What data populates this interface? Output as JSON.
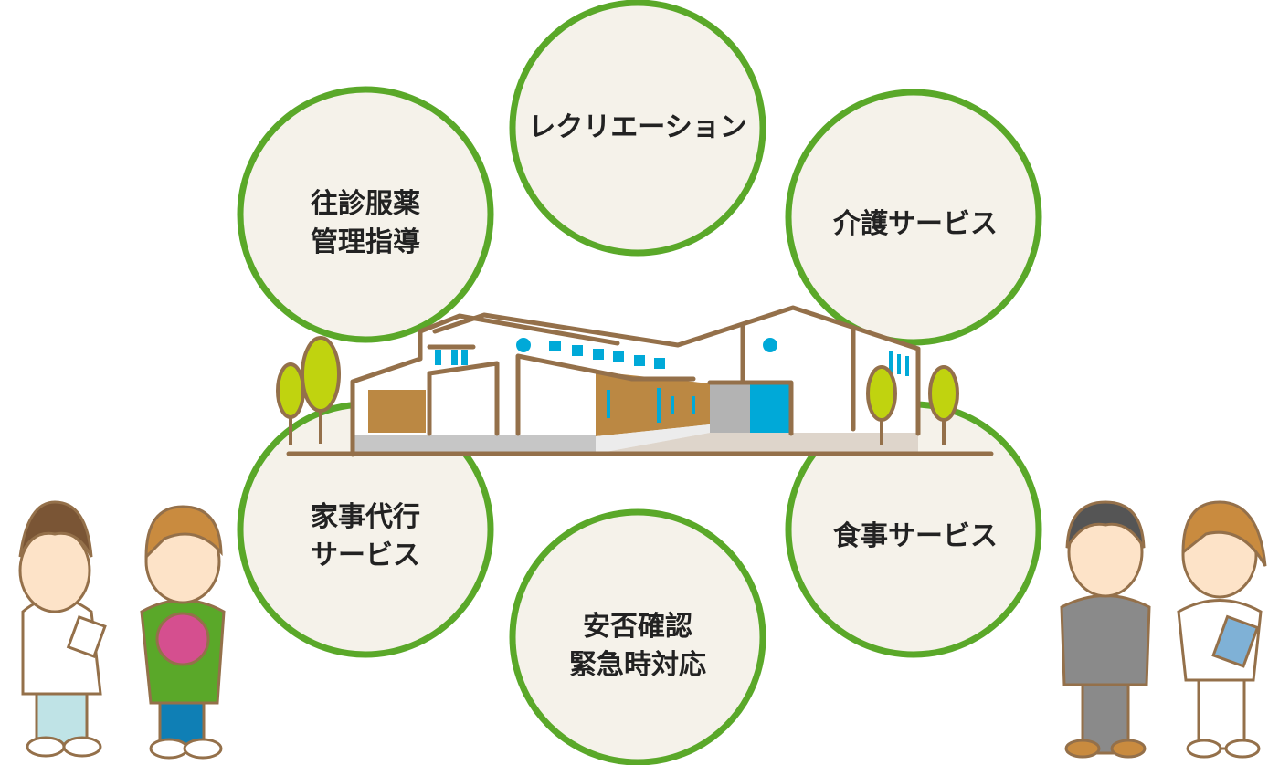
{
  "services": [
    {
      "id": "recreation",
      "lines": [
        "レクリエーション"
      ]
    },
    {
      "id": "home-visit-medication",
      "lines": [
        "往診服薬",
        "管理指導"
      ]
    },
    {
      "id": "care",
      "lines": [
        "介護サービス"
      ]
    },
    {
      "id": "housekeeping",
      "lines": [
        "家事代行",
        "サービス"
      ]
    },
    {
      "id": "meal",
      "lines": [
        "食事サービス"
      ]
    },
    {
      "id": "safety-emergency",
      "lines": [
        "安否確認",
        "緊急時対応"
      ]
    }
  ],
  "colors": {
    "ring": "#5aa829",
    "fill": "#f5f2ea",
    "brown": "#94704a",
    "blue": "#00a9d8",
    "tan": "#bb8843",
    "tree": "#c0d30f"
  }
}
